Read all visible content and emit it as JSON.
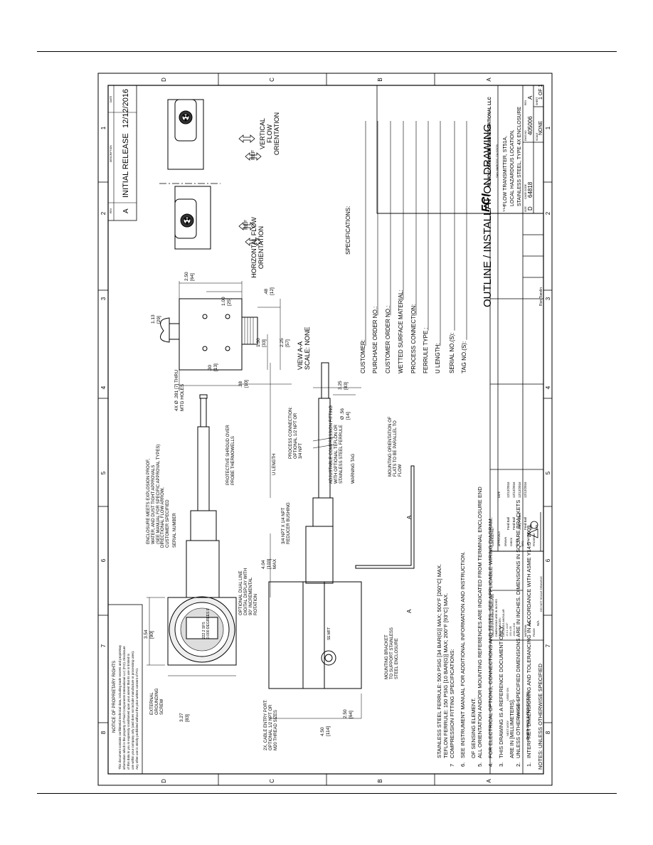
{
  "drawing": {
    "title": "OUTLINE / INSTALLATION DRAWING",
    "company": "FLUID COMPONENTS INTERNATIONAL LLC",
    "company_short": "FCI",
    "location": "SAN MARCOS, CA 92078",
    "description_lines": [
      "FLOW TRANSMITTER, ST51A,",
      "LOCAL HAZARDOUS LOCATION,",
      "STAINLESS STEEL, TYPE 4X ENCLOSURE"
    ],
    "size": "D",
    "cage_code": "64818",
    "dwg_no": "405006",
    "rev": "A",
    "scale": "NONE",
    "sheet": "1 OF 1",
    "size_label": "SIZE",
    "cage_label": "CAGE CODE",
    "dwg_label": "DWG NO.",
    "rev_label": "REV",
    "scale_label": "SCALE",
    "sheet_label": "SHEET"
  },
  "revision": {
    "rev": "A",
    "description": "INITIAL RELEASE",
    "date": "12/12/2016",
    "rev_header": "REV",
    "description_header": "DESCRIPTION",
    "date_header": "DATE"
  },
  "zones": {
    "rows": [
      "D",
      "C",
      "B",
      "A"
    ],
    "cols": [
      "8",
      "7",
      "6",
      "5",
      "4",
      "3",
      "2",
      "1"
    ]
  },
  "proprietary": {
    "heading": "NOTICE OF PROPRIETARY RIGHTS",
    "lines": [
      "This document contains confidential technical data, including trade secrets and proprietary",
      "information which is the property of Fluid Components International LLC (FCI). Disclosure",
      "of this data to you is expressly conditioned upon your assent that its use is limited to",
      "use within your company only (and does not include manufacture or processing uses).",
      "Any other use is strictly prohibited without the prior written consent of FCI."
    ]
  },
  "views": {
    "horizontal_label": [
      "HORIZONTAL FLOW",
      "ORIENTATION"
    ],
    "vertical_label": [
      "VERTICAL",
      "FLOW",
      "ORIENTATION"
    ],
    "ref": "REF",
    "view_aa": [
      "VIEW A-A",
      "SCALE: NONE"
    ],
    "section_mark": "A"
  },
  "callouts": {
    "enclosure": [
      "ENCLOSURE MEETS EXPLOSION PROOF,",
      "WATER, AND DUST TIGHT APPROVALS",
      "(SEE MANUAL FOR SPECIFIC APPROVAL TYPES)"
    ],
    "flow_arrow": [
      "DIRECTIONAL FLOW ARROW,",
      "CUSTOMER SPECIFIED"
    ],
    "serial": "SERIAL NUMBER",
    "protective": [
      "PROTECTIVE SHROUD OVER",
      "PROBE THERMOWELLS"
    ],
    "u_length": "U LENGTH",
    "process_conn": [
      "PROCESS CONNECTION:",
      "OPTIONAL 1/2 NPT OR",
      "3/4 NPT"
    ],
    "compression": [
      "ADJUSTABLE COMPRESSION FITTING",
      "WITH OPTIONAL TEFLON OR",
      "STAINLESS STEEL FERRULE"
    ],
    "warning_tag": "WARNING TAG",
    "mounting_orient": [
      "MOUNTING ORIENTATION OF",
      "FLATS TO BE PARALLEL TO",
      "FLOW"
    ],
    "reducer": [
      "3/4 NPT X 1/4 NPT",
      "REDUCER BUSHING"
    ],
    "display": [
      "OPTIONAL DUAL LINE",
      "DIGITAL DISPLAY WITH",
      "90° INCREMENTAL",
      "ROTATION"
    ],
    "external_ground": [
      "EXTERNAL",
      "GROUNDING",
      "SCREW"
    ],
    "cable_entry": [
      "2X, CABLE ENTRY PORT:",
      "OPTIONAL 1/2 NPT OR",
      "M20 THREAD SIZES"
    ],
    "mounting_bracket": [
      "MOUNTING BRACKET",
      "TO SUPPORT STAINLESS",
      "STEEL ENCLOSURE"
    ],
    "mtg_holes": [
      "4X Ø .281 [7] THRU",
      "MTG HOLES"
    ],
    "display_reading": [
      "222.2 SFS",
      "0.000 DEGREES F"
    ],
    "warning_ring": "WARNING KEEP COVER TIGHT WHEN CIRCUITS ARE ENERGIZED",
    "pn_label": "SE MFT"
  },
  "dimensions": {
    "d_354": [
      "3.54",
      "[90]"
    ],
    "d_327": [
      "3.27",
      "[83]"
    ],
    "d_404": [
      "4.04",
      "[103]",
      "MAX"
    ],
    "d_450": [
      "4.50",
      "[114]"
    ],
    "d_250b": [
      "2.50",
      "[64]"
    ],
    "d_325": [
      "3.25",
      "[83]"
    ],
    "d_056": [
      "Ø .56",
      "[14]"
    ],
    "d_113": [
      "1.13",
      "[29]"
    ],
    "d_250": [
      "2.50",
      "[64]"
    ],
    "d_100": [
      "1.00",
      "[25]"
    ],
    "d_048": [
      ".48",
      "[12]"
    ],
    "d_130": [
      "1.30",
      "[33]"
    ],
    "d_225": [
      "2.25",
      "[57]"
    ],
    "d_030": [
      ".30",
      "[13]"
    ],
    "d_038": [
      ".38",
      "[10]"
    ]
  },
  "specs": {
    "heading": "SPECIFICATIONS:",
    "fields": [
      "CUSTOMER:",
      "PURCHASE ORDER NO.:",
      "CUSTOMER ORDER NO.:",
      "WETTED SURFACE MATERIAL:",
      "PROCESS CONNECTION:",
      "FERRULE TYPE :",
      "U LENGTH:",
      "SERIAL NO.(S):",
      "TAG NO.(S):"
    ]
  },
  "notes": {
    "heading": "NOTES:  UNLESS OTHERWISE SPECIFIED",
    "items": [
      {
        "num": "1.",
        "lines": [
          "INTERPRET DIMENSIONING AND TOLERANCING IN ACCORDANCE WITH ASME Y14.5 - 2009."
        ]
      },
      {
        "num": "2.",
        "lines": [
          "UNLESS OTHERWISE SPECIFIED DIMENSIONS ARE IN INCHES. DIMENSIONS IN SQUARE BRACKETS",
          "ARE IN [MILLIMETERS]."
        ]
      },
      {
        "num": "3.",
        "lines": [
          "THIS DRAWING IS A REFERENCE DOCUMENT ONLY."
        ]
      },
      {
        "num": "4.",
        "lines": [
          "FOR ELECTRICAL OPTIONS, CONNECTIONS AND TESTS, SEE APPLICABLE WIRING DIAGRAM."
        ]
      },
      {
        "num": "5.",
        "lines": [
          "ALL ORIENTATION AND/OR MOUNTING REFERENCES ARE INDICATED FROM TERMINAL ENCLOSURE END",
          "OF SENSING ELEMENT."
        ]
      },
      {
        "num": "6.",
        "lines": [
          "SEE INSTRUMENT MANUAL FOR ADDITIONAL INFORMATION AND INSTRUCTION."
        ]
      },
      {
        "num": "7",
        "lines": [
          "COMPRESSION FITTING SPECIFICATIONS:",
          "TEFLON FERRULE: 150 PSIG [10 BAR(G)] MAX; 200°F [93°C] MAX.",
          "STAINLESS STEEL FERRULE: 500 PSIG [34 BAR(G)] MAX; 500°F [260°C] MAX."
        ]
      }
    ]
  },
  "title_block": {
    "next_assy": "NEXT ASSY",
    "used_on": "USED ON",
    "application": "APPLICATION",
    "projection": "THIRD ANGLE PROJECTION",
    "tolerances": [
      "UNLESS OTHERWISE SPECIFIED",
      "DIMENSIONS ARE IN INCHES",
      "TOLERANCES:",
      "DECIMALS  ANGULAR",
      ".X  ±.1    ±1/2°",
      ".XX ±.03",
      ".XXX ±.010"
    ],
    "material": "MATERIAL",
    "material_val": "N/A",
    "finish": "FINISH",
    "finish_val": "N/A",
    "do_not_scale": "DO NOT SCALE DRAWING",
    "contract_no": "CONTRACT NO.",
    "approvals": "APPROVALS",
    "date_col": "DATE",
    "rows": [
      {
        "role": "DRAWN",
        "name": "Fred Ball",
        "date": "12/12/2016"
      },
      {
        "role": "CHECK",
        "name": "Fred Ball",
        "date": "12/12/2016"
      },
      {
        "role": "ENGR",
        "name": "Jerry Fortier",
        "date": "12/12/2016"
      },
      {
        "role": "MFG",
        "name": "Fred Ball",
        "date": "12/12/2016"
      },
      {
        "role": "APPROVAL",
        "name": "N/A",
        "date": ""
      },
      {
        "role": "PROGRAM",
        "name": "N/A",
        "date": ""
      }
    ],
    "sig_name": "Ron Toevlin",
    "title_label": "TITLE"
  }
}
